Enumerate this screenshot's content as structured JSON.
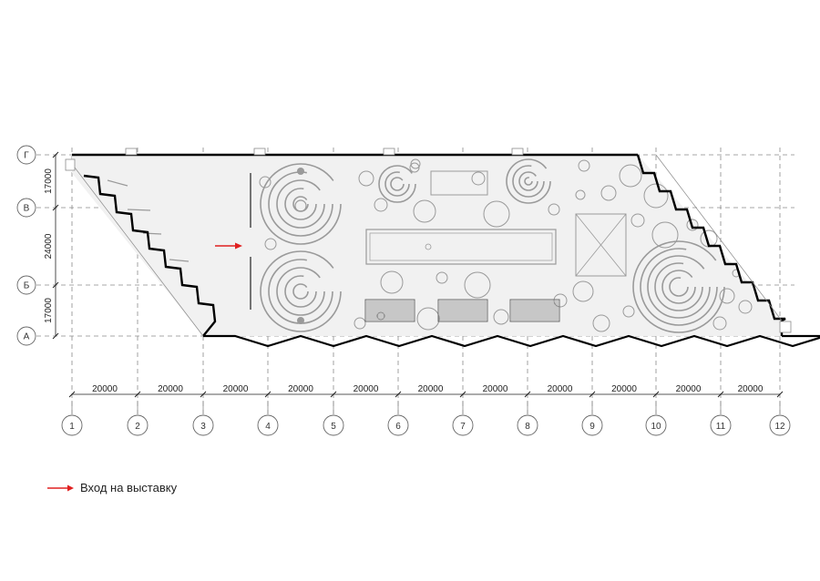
{
  "axes": {
    "columns": [
      "1",
      "2",
      "3",
      "4",
      "5",
      "6",
      "7",
      "8",
      "9",
      "10",
      "11",
      "12"
    ],
    "rows": [
      "Г",
      "В",
      "Б",
      "А"
    ]
  },
  "dimensions": {
    "column_spans": [
      "20000",
      "20000",
      "20000",
      "20000",
      "20000",
      "20000",
      "20000",
      "20000",
      "20000",
      "20000",
      "20000"
    ],
    "row_spans": [
      "17000",
      "24000",
      "17000"
    ]
  },
  "legend": {
    "entrance_label": "Вход на выставку",
    "arrow_color": "#e02020"
  },
  "colors": {
    "floor_fill": "#f1f1f1",
    "wall": "#000000",
    "grid": "#8a8a8a",
    "element": "#9a9a9a"
  }
}
